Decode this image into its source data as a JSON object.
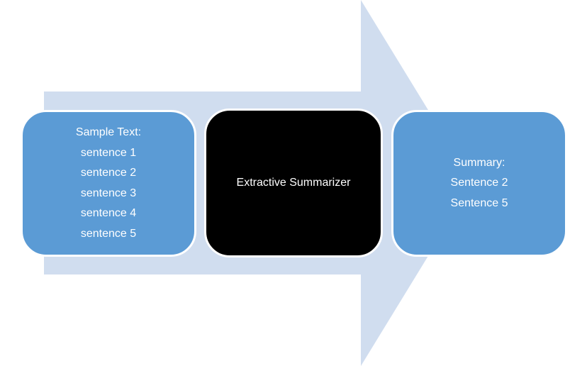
{
  "colors": {
    "arrow_fill": "#d0ddef",
    "box_blue": "#5b9bd5",
    "box_black": "#000000",
    "text": "#ffffff",
    "box_border": "#ffffff"
  },
  "diagram": {
    "input_box": {
      "lines": [
        "Sample Text:",
        "sentence 1",
        "sentence 2",
        "sentence 3",
        "sentence 4",
        "sentence 5"
      ]
    },
    "process_box": {
      "label": "Extractive Summarizer"
    },
    "output_box": {
      "lines": [
        "Summary:",
        "Sentence 2",
        "Sentence 5"
      ]
    }
  }
}
